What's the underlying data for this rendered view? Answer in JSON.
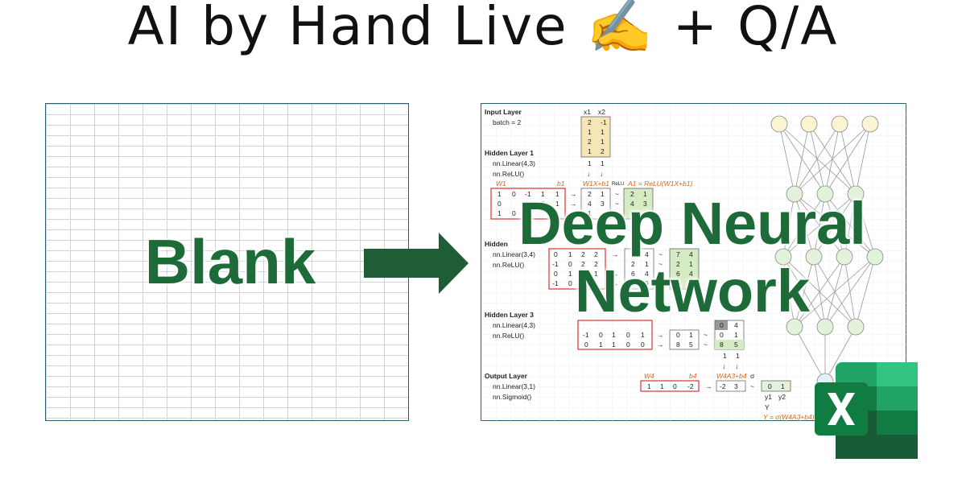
{
  "title": "AI by Hand Live ✍️ + Q/A",
  "left_panel": {
    "label": "Blank"
  },
  "right_panel": {
    "label_line1": "Deep Neural",
    "label_line2": "Network",
    "sheet": {
      "input_layer": "Input Layer",
      "batch": "batch = 2",
      "x1": "x1",
      "x2": "x2",
      "input_values": [
        [
          "2",
          "-1"
        ],
        [
          "1",
          "1"
        ],
        [
          "2",
          "1"
        ],
        [
          "1",
          "2"
        ]
      ],
      "hidden1": "Hidden Layer 1",
      "linear_4_3": "nn.Linear(4,3)",
      "relu": "nn.ReLU()",
      "w1": "W1",
      "b1": "b1",
      "w1x_b1": "W1X+b1",
      "relu_small": "ReLU",
      "a1_eq": "A1 = ReLU(W1X+b1)",
      "w1_rows": [
        [
          "1",
          "0",
          "-1",
          "1",
          "1"
        ],
        [
          "0",
          "",
          "",
          "0",
          "1"
        ],
        [
          "1",
          "0",
          "",
          "",
          ""
        ]
      ],
      "z1_rows": [
        [
          "2",
          "1"
        ],
        [
          "4",
          "3"
        ],
        [
          "1",
          ""
        ]
      ],
      "a1_rows": [
        [
          "2",
          "1"
        ],
        [
          "4",
          "3"
        ],
        [
          "",
          ""
        ]
      ],
      "hidden2": "Hidden",
      "linear_3_4": "nn.Linear(3,4)",
      "w2_rows": [
        [
          "0",
          "1",
          "2",
          "2"
        ],
        [
          "-1",
          "0",
          "2",
          "2"
        ],
        [
          "0",
          "1",
          "1",
          "1"
        ],
        [
          "-1",
          "0",
          "",
          ""
        ]
      ],
      "z2_rows": [
        [
          "",
          "4"
        ],
        [
          "2",
          "1"
        ],
        [
          "6",
          "4"
        ],
        [
          "5",
          "9"
        ]
      ],
      "a2_rows": [
        [
          "7",
          "4"
        ],
        [
          "2",
          "1"
        ],
        [
          "6",
          "4"
        ],
        [
          "5",
          "9"
        ]
      ],
      "hidden3": "Hidden Layer 3",
      "linear_4_3b": "nn.Linear(4,3)",
      "w3_rows": [
        [
          "",
          "",
          "",
          "",
          ""
        ],
        [
          "-1",
          "0",
          "1",
          "0",
          "1"
        ],
        [
          "0",
          "1",
          "1",
          "0",
          "0"
        ]
      ],
      "z3_rows": [
        [
          "",
          ""
        ],
        [
          "0",
          "1"
        ],
        [
          "8",
          "5"
        ]
      ],
      "a3_rows": [
        [
          "0",
          "4"
        ],
        [
          "0",
          "1"
        ],
        [
          "8",
          "5"
        ]
      ],
      "ones": [
        "1",
        "1"
      ],
      "output_layer": "Output Layer",
      "linear_3_1": "nn.Linear(3,1)",
      "sigmoid": "nn.Sigmoid()",
      "w4": "W4",
      "b4": "b4",
      "w4a3_b4": "W4A3+b4",
      "sigma": "σ",
      "w4_row": [
        "1",
        "1",
        "0",
        "-2"
      ],
      "z4_row": [
        "-2",
        "3"
      ],
      "y_row": [
        "0",
        "1"
      ],
      "y1": "y1",
      "y2": "y2",
      "Y": "Y",
      "y_eq": "Y = σ(W4A3+b4)",
      "arrow_right": "→",
      "tilde": "~",
      "arrow_down": "↓"
    }
  },
  "colors": {
    "green_text": "#1e6b3a",
    "arrow": "#1f5d36",
    "sheet_border": "#2c5f6f",
    "red_border": "#d33",
    "tan_fill": "#f7e6b5",
    "green_fill": "#d5ebc4",
    "orange_text": "#d2691e",
    "node_yellow": "#fdf4d3",
    "node_green": "#e3f2da"
  },
  "icons": {
    "excel": "excel-logo-icon",
    "arrow": "right-arrow-icon"
  }
}
